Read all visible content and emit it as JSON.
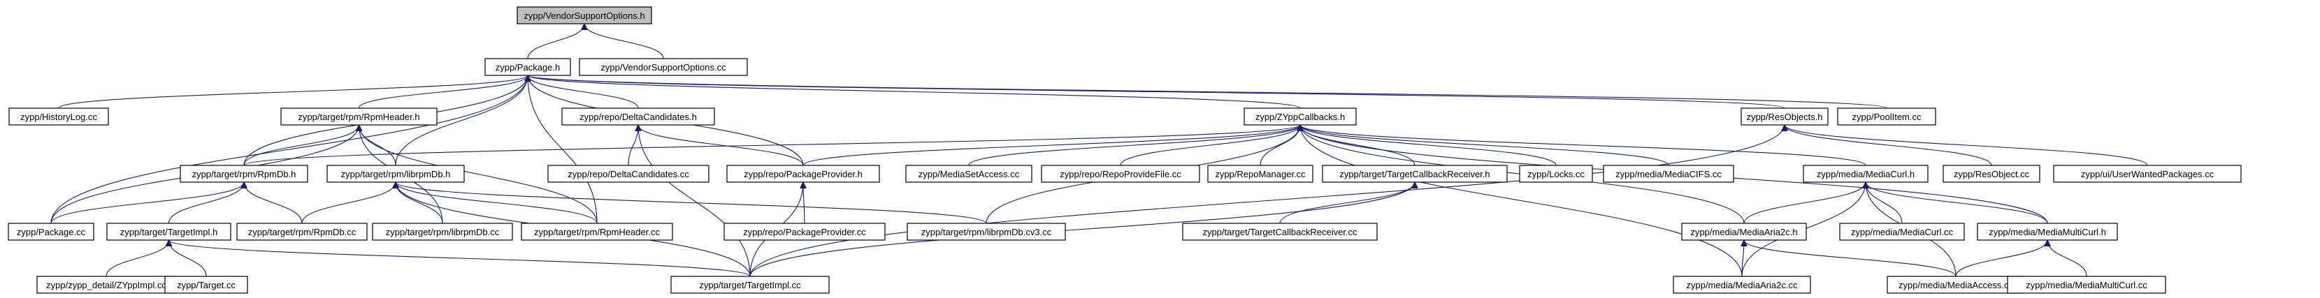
{
  "diagram": {
    "type": "include-dependency-graph",
    "arrow_color": "#191970",
    "root_fill": "#bfbfbf",
    "node_fill": "#ffffff",
    "nodes": [
      {
        "id": "root",
        "label": "zypp/VendorSupportOptions.h"
      },
      {
        "id": "package_h",
        "label": "zypp/Package.h"
      },
      {
        "id": "vso_cc",
        "label": "zypp/VendorSupportOptions.cc"
      },
      {
        "id": "historylog_cc",
        "label": "zypp/HistoryLog.cc"
      },
      {
        "id": "rpmheader_h",
        "label": "zypp/target/rpm/RpmHeader.h"
      },
      {
        "id": "deltacand_h",
        "label": "zypp/repo/DeltaCandidates.h"
      },
      {
        "id": "zyppcallbacks_h",
        "label": "zypp/ZYppCallbacks.h"
      },
      {
        "id": "resobjects_h",
        "label": "zypp/ResObjects.h"
      },
      {
        "id": "poolitem_cc",
        "label": "zypp/PoolItem.cc"
      },
      {
        "id": "deltacand_cc",
        "label": "zypp/repo/DeltaCandidates.cc"
      },
      {
        "id": "pkgprovider_h",
        "label": "zypp/repo/PackageProvider.h"
      },
      {
        "id": "mediasetaccess_cc",
        "label": "zypp/MediaSetAccess.cc"
      },
      {
        "id": "repoprovidefile_cc",
        "label": "zypp/repo/RepoProvideFile.cc"
      },
      {
        "id": "repomanager_cc",
        "label": "zypp/RepoManager.cc"
      },
      {
        "id": "tcbr_h",
        "label": "zypp/target/TargetCallbackReceiver.h"
      },
      {
        "id": "locks_cc",
        "label": "zypp/Locks.cc"
      },
      {
        "id": "mediacifs_cc",
        "label": "zypp/media/MediaCIFS.cc"
      },
      {
        "id": "mediacurl_h",
        "label": "zypp/media/MediaCurl.h"
      },
      {
        "id": "resobject_cc",
        "label": "zypp/ResObject.cc"
      },
      {
        "id": "uiwanted_cc",
        "label": "zypp/ui/UserWantedPackages.cc"
      },
      {
        "id": "rpmdb_h",
        "label": "zypp/target/rpm/RpmDb.h"
      },
      {
        "id": "librpmdb_h",
        "label": "zypp/target/rpm/librpmDb.h"
      },
      {
        "id": "package_cc",
        "label": "zypp/Package.cc"
      },
      {
        "id": "targetimpl_h",
        "label": "zypp/target/TargetImpl.h"
      },
      {
        "id": "rpmdb_cc",
        "label": "zypp/target/rpm/RpmDb.cc"
      },
      {
        "id": "librpmdb_cc",
        "label": "zypp/target/rpm/librpmDb.cc"
      },
      {
        "id": "rpmheader_cc",
        "label": "zypp/target/rpm/RpmHeader.cc"
      },
      {
        "id": "librpmdbcv3_cc",
        "label": "zypp/target/rpm/librpmDb.cv3.cc"
      },
      {
        "id": "pkgprovider_cc",
        "label": "zypp/repo/PackageProvider.cc"
      },
      {
        "id": "tcbr_cc",
        "label": "zypp/target/TargetCallbackReceiver.cc"
      },
      {
        "id": "mediaaria2c_h",
        "label": "zypp/media/MediaAria2c.h"
      },
      {
        "id": "mediacurl_cc",
        "label": "zypp/media/MediaCurl.cc"
      },
      {
        "id": "mediamulticurl_h",
        "label": "zypp/media/MediaMultiCurl.h"
      },
      {
        "id": "zyppimpl_cc",
        "label": "zypp/zypp_detail/ZYppImpl.cc"
      },
      {
        "id": "target_cc",
        "label": "zypp/Target.cc"
      },
      {
        "id": "targetimpl_cc",
        "label": "zypp/target/TargetImpl.cc"
      },
      {
        "id": "mediaaria2c_cc",
        "label": "zypp/media/MediaAria2c.cc"
      },
      {
        "id": "mediaaccess_cc",
        "label": "zypp/media/MediaAccess.cc"
      },
      {
        "id": "mediamulticurl_cc",
        "label": "zypp/media/MediaMultiCurl.cc"
      }
    ],
    "edges": [
      [
        "package_h",
        "root"
      ],
      [
        "vso_cc",
        "root"
      ],
      [
        "historylog_cc",
        "package_h"
      ],
      [
        "rpmheader_h",
        "package_h"
      ],
      [
        "deltacand_h",
        "package_h"
      ],
      [
        "zyppcallbacks_h",
        "package_h"
      ],
      [
        "resobjects_h",
        "package_h"
      ],
      [
        "poolitem_cc",
        "package_h"
      ],
      [
        "package_cc",
        "package_h"
      ],
      [
        "rpmdb_h",
        "package_h"
      ],
      [
        "librpmdb_h",
        "package_h"
      ],
      [
        "pkgprovider_h",
        "package_h"
      ],
      [
        "rpmheader_cc",
        "package_h"
      ],
      [
        "package_cc",
        "rpmheader_h"
      ],
      [
        "rpmdb_h",
        "rpmheader_h"
      ],
      [
        "librpmdb_h",
        "rpmheader_h"
      ],
      [
        "librpmdb_cc",
        "rpmheader_h"
      ],
      [
        "rpmheader_cc",
        "rpmheader_h"
      ],
      [
        "deltacand_cc",
        "deltacand_h"
      ],
      [
        "pkgprovider_h",
        "deltacand_h"
      ],
      [
        "targetimpl_cc",
        "deltacand_h"
      ],
      [
        "rpmdb_h",
        "zyppcallbacks_h"
      ],
      [
        "pkgprovider_h",
        "zyppcallbacks_h"
      ],
      [
        "mediasetaccess_cc",
        "zyppcallbacks_h"
      ],
      [
        "repoprovidefile_cc",
        "zyppcallbacks_h"
      ],
      [
        "repomanager_cc",
        "zyppcallbacks_h"
      ],
      [
        "tcbr_h",
        "zyppcallbacks_h"
      ],
      [
        "locks_cc",
        "zyppcallbacks_h"
      ],
      [
        "mediacifs_cc",
        "zyppcallbacks_h"
      ],
      [
        "mediacurl_h",
        "zyppcallbacks_h"
      ],
      [
        "librpmdbcv3_cc",
        "zyppcallbacks_h"
      ],
      [
        "mediaaria2c_h",
        "zyppcallbacks_h"
      ],
      [
        "mediaaria2c_cc",
        "zyppcallbacks_h"
      ],
      [
        "mediamulticurl_h",
        "zyppcallbacks_h"
      ],
      [
        "resobject_cc",
        "resobjects_h"
      ],
      [
        "uiwanted_cc",
        "resobjects_h"
      ],
      [
        "targetimpl_cc",
        "resobjects_h"
      ],
      [
        "package_cc",
        "rpmdb_h"
      ],
      [
        "targetimpl_h",
        "rpmdb_h"
      ],
      [
        "rpmdb_cc",
        "rpmdb_h"
      ],
      [
        "rpmdb_cc",
        "librpmdb_h"
      ],
      [
        "librpmdb_cc",
        "librpmdb_h"
      ],
      [
        "rpmheader_cc",
        "librpmdb_h"
      ],
      [
        "librpmdbcv3_cc",
        "librpmdb_h"
      ],
      [
        "targetimpl_cc",
        "librpmdb_h"
      ],
      [
        "zyppimpl_cc",
        "targetimpl_h"
      ],
      [
        "target_cc",
        "targetimpl_h"
      ],
      [
        "targetimpl_cc",
        "targetimpl_h"
      ],
      [
        "pkgprovider_cc",
        "pkgprovider_h"
      ],
      [
        "targetimpl_cc",
        "pkgprovider_h"
      ],
      [
        "tcbr_cc",
        "tcbr_h"
      ],
      [
        "targetimpl_cc",
        "tcbr_h"
      ],
      [
        "mediaaria2c_h",
        "mediacurl_h"
      ],
      [
        "mediacurl_cc",
        "mediacurl_h"
      ],
      [
        "mediamulticurl_h",
        "mediacurl_h"
      ],
      [
        "mediaaria2c_cc",
        "mediacurl_h"
      ],
      [
        "mediaaccess_cc",
        "mediacurl_h"
      ],
      [
        "mediaaria2c_cc",
        "mediaaria2c_h"
      ],
      [
        "mediaaccess_cc",
        "mediaaria2c_h"
      ],
      [
        "mediaaccess_cc",
        "mediamulticurl_h"
      ],
      [
        "mediamulticurl_cc",
        "mediamulticurl_h"
      ]
    ]
  }
}
